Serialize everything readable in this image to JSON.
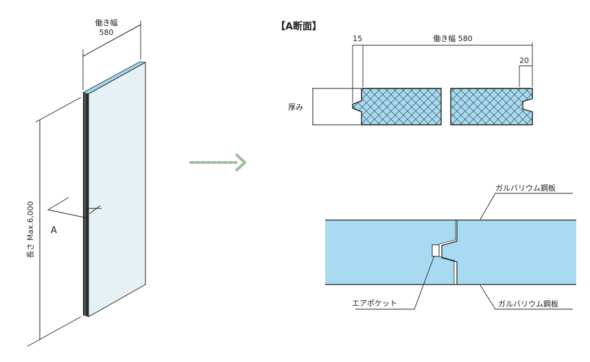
{
  "panel_view": {
    "width_label": "働き幅",
    "width_value": "580",
    "length_label": "長さ Max.6,000",
    "section_marker": "A"
  },
  "section_view": {
    "title": "【A断面】",
    "dim_left": "15",
    "dim_top": "働き幅 580",
    "dim_right": "20",
    "thickness_label": "厚み"
  },
  "joint_detail": {
    "label_top": "ガルバリウム鋼板",
    "label_bottom": "ガルバリウム鋼板",
    "label_pocket": "エアポケット"
  },
  "colors": {
    "panel_face": "#e6f1f6",
    "panel_top": "#9ed4ee",
    "panel_side": "#2b2b2b",
    "core_fill": "#a6daf0",
    "joint_fill": "#a8dbf2",
    "arrow_dots": "#9cbc9c"
  }
}
